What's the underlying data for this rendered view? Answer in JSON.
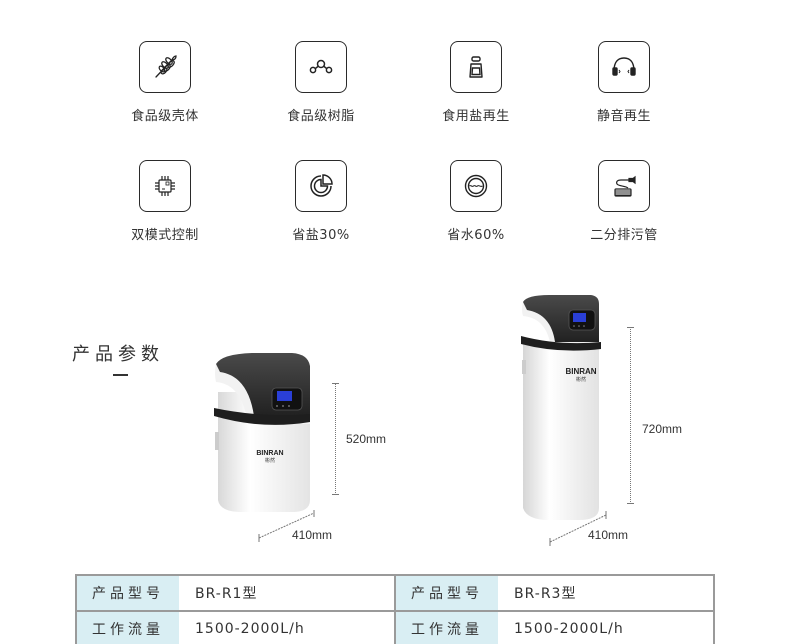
{
  "features": [
    {
      "icon": "wheat-icon",
      "label": "食品级壳体"
    },
    {
      "icon": "molecule-icon",
      "label": "食品级树脂"
    },
    {
      "icon": "salt-jar-icon",
      "label": "食用盐再生"
    },
    {
      "icon": "headphones-icon",
      "label": "静音再生"
    },
    {
      "icon": "chip-icon",
      "label": "双模式控制"
    },
    {
      "icon": "pie-chart-icon",
      "label": "省盐30%"
    },
    {
      "icon": "water-drum-icon",
      "label": "省水60%"
    },
    {
      "icon": "hose-icon",
      "label": "二分排污管"
    }
  ],
  "section": {
    "title": "产品参数"
  },
  "products": [
    {
      "brand": "BINRAN",
      "brand_cn": "彬然",
      "height": "520mm",
      "width": "410mm"
    },
    {
      "brand": "BINRAN",
      "brand_cn": "彬然",
      "height": "720mm",
      "width": "410mm"
    }
  ],
  "spec_table": {
    "rows": [
      {
        "left": {
          "key": "产品型号",
          "value": "BR-R1型"
        },
        "right": {
          "key": "产品型号",
          "value": "BR-R3型"
        }
      },
      {
        "left": {
          "key": "工作流量",
          "value": "1500-2000L/h"
        },
        "right": {
          "key": "工作流量",
          "value": "1500-2000L/h"
        }
      }
    ]
  },
  "colors": {
    "table_key_bg": "#d9eef3",
    "table_border": "#9a9a9a",
    "device_dark": "#2b2b2b",
    "display_blue": "#2a3fd6"
  }
}
